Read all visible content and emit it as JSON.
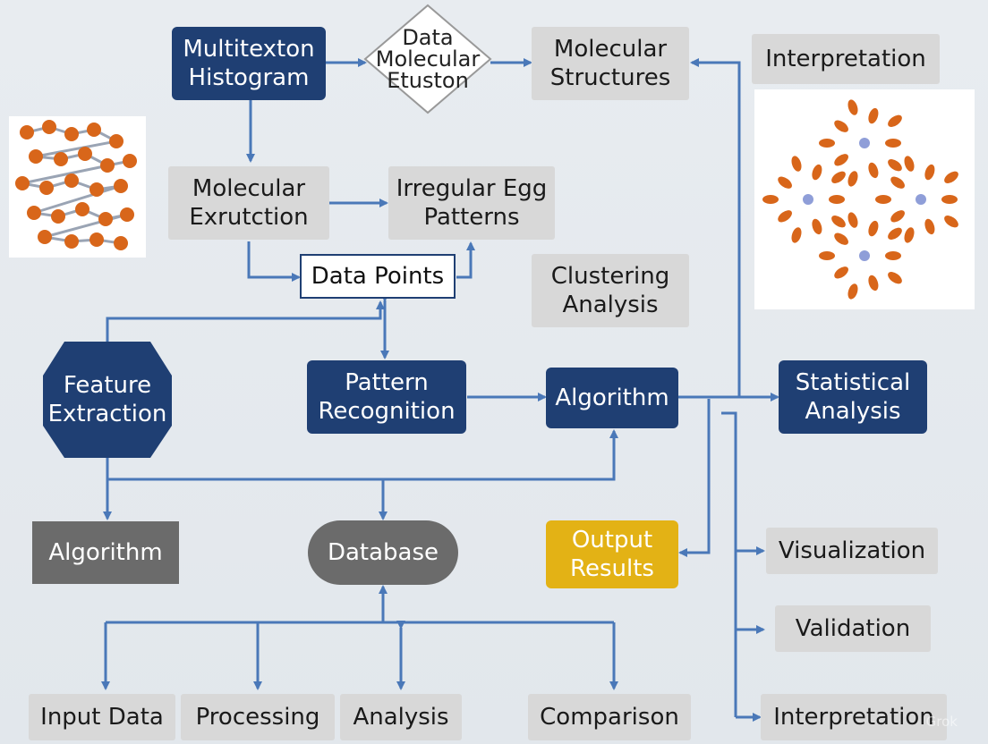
{
  "nodes": {
    "multitexton_histogram": "Multitexton\nHistogram",
    "data_molecular_etuston": "Data\nMolecular\nEtuston",
    "molecular_structures": "Molecular\nStructures",
    "interpretation_top": "Interpretation",
    "molecular_exrutction": "Molecular\nExrutction",
    "irregular_egg_patterns": "Irregular Egg\nPatterns",
    "data_points": "Data Points",
    "clustering_analysis": "Clustering\nAnalysis",
    "feature_extraction": "Feature\nExtraction",
    "pattern_recognition": "Pattern\nRecognition",
    "algorithm_main": "Algorithm",
    "statistical_analysis": "Statistical\nAnalysis",
    "algorithm_left": "Algorithm",
    "database": "Database",
    "output_results": "Output\nResults",
    "visualization": "Visualization",
    "validation": "Validation",
    "input_data": "Input Data",
    "processing": "Processing",
    "analysis": "Analysis",
    "comparison": "Comparison",
    "interpretation_bottom": "Interpretation"
  },
  "watermark": "Grok",
  "colors": {
    "dark_box": "#1f3f73",
    "grey_box": "#d8d8d8",
    "slate_box": "#6b6b6b",
    "output_box": "#e3b215",
    "connector": "#4a78b8",
    "protein_orange": "#d8661a",
    "protein_backbone": "#9aa4b4"
  }
}
